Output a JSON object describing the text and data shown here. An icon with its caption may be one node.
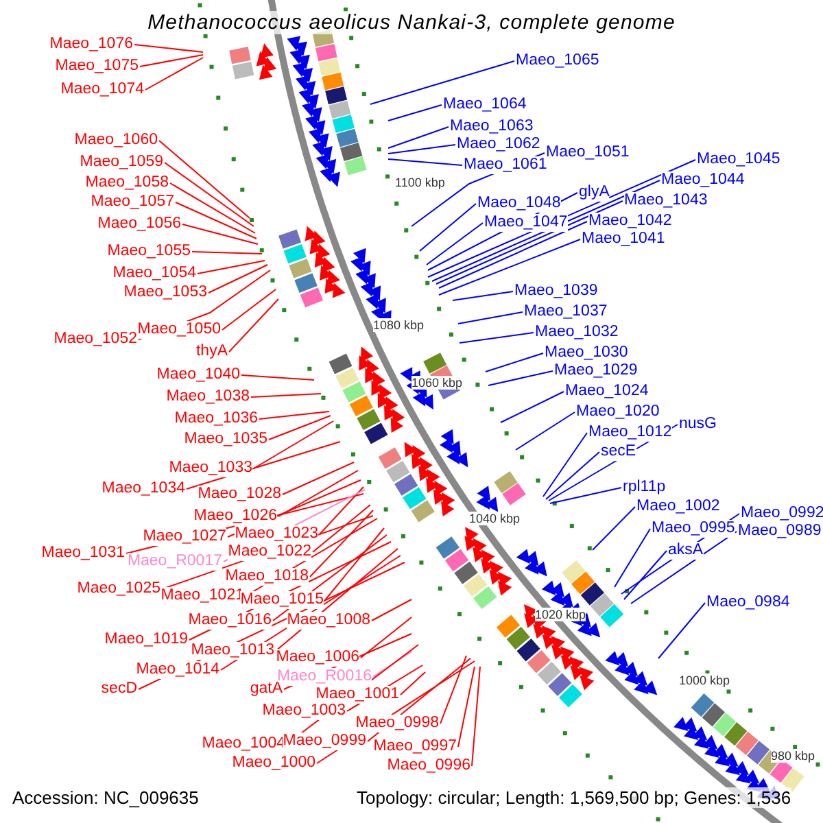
{
  "diagram": {
    "title": "Methanococcus aeolicus Nankai-3, complete genome",
    "nodes": [
      {
        "text": [
          "Maeo_1076"
        ]
      },
      {
        "text": [
          "Maeo_1075"
        ]
      },
      {
        "text": [
          "Maeo_1074"
        ]
      },
      {
        "text": [
          "Maeo_1060"
        ]
      },
      {
        "text": [
          "Maeo_1059"
        ]
      },
      {
        "text": [
          "Maeo_1058"
        ]
      },
      {
        "text": [
          "Maeo_1057"
        ]
      },
      {
        "text": [
          "Maeo_1056"
        ]
      },
      {
        "text": [
          "Maeo_1055"
        ]
      },
      {
        "text": [
          "Maeo_1054"
        ]
      },
      {
        "text": [
          "Maeo_1053"
        ]
      },
      {
        "text": [
          "Maeo_1052"
        ]
      },
      {
        "text": [
          "Maeo_1050"
        ]
      },
      {
        "text": [
          "thyA"
        ]
      },
      {
        "text": [
          "Maeo_1040"
        ]
      },
      {
        "text": [
          "Maeo_1038"
        ]
      },
      {
        "text": [
          "Maeo_1036"
        ]
      },
      {
        "text": [
          "Maeo_1035"
        ]
      },
      {
        "text": [
          "Maeo_1033"
        ]
      },
      {
        "text": [
          "Maeo_1034"
        ]
      },
      {
        "text": [
          "Maeo_1028"
        ]
      },
      {
        "text": [
          "Maeo_1026"
        ]
      },
      {
        "text": [
          "Maeo_1023"
        ]
      },
      {
        "text": [
          "Maeo_1027"
        ]
      },
      {
        "text": [
          "Maeo_1022"
        ]
      },
      {
        "text": [
          "Maeo_1031"
        ]
      },
      {
        "text": [
          "Maeo_R0017"
        ]
      },
      {
        "text": [
          "Maeo_1018"
        ]
      },
      {
        "text": [
          "Maeo_1025"
        ]
      },
      {
        "text": [
          "Maeo_1021"
        ]
      },
      {
        "text": [
          "Maeo_1015"
        ]
      },
      {
        "text": [
          "Maeo_1016"
        ]
      },
      {
        "text": [
          "Maeo_1008"
        ]
      },
      {
        "text": [
          "Maeo_1019"
        ]
      },
      {
        "text": [
          "Maeo_1013"
        ]
      },
      {
        "text": [
          "Maeo_1006"
        ]
      },
      {
        "text": [
          "Maeo_1014"
        ]
      },
      {
        "text": [
          "Maeo_R0016"
        ]
      },
      {
        "text": [
          "secD"
        ]
      },
      {
        "text": [
          "gatA"
        ]
      },
      {
        "text": [
          "Maeo_1001"
        ]
      },
      {
        "text": [
          "Maeo_1003"
        ]
      },
      {
        "text": [
          "Maeo_0998"
        ]
      },
      {
        "text": [
          "Maeo_1004"
        ]
      },
      {
        "text": [
          "Maeo_0999"
        ]
      },
      {
        "text": [
          "Maeo_0997"
        ]
      },
      {
        "text": [
          "Maeo_1000"
        ]
      },
      {
        "text": [
          "Maeo_0996"
        ]
      },
      {
        "text": [
          "Maeo_1065"
        ]
      },
      {
        "text": [
          "Maeo_1064"
        ]
      },
      {
        "text": [
          "Maeo_1063"
        ]
      },
      {
        "text": [
          "Maeo_1062"
        ]
      },
      {
        "text": [
          "Maeo_1061"
        ]
      },
      {
        "text": [
          "Maeo_1051"
        ]
      },
      {
        "text": [
          "Maeo_1048"
        ]
      },
      {
        "text": [
          "Maeo_1047"
        ]
      },
      {
        "text": [
          "glyA"
        ]
      },
      {
        "text": [
          "Maeo_1045"
        ]
      },
      {
        "text": [
          "Maeo_1044"
        ]
      },
      {
        "text": [
          "Maeo_1043"
        ]
      },
      {
        "text": [
          "Maeo_1042"
        ]
      },
      {
        "text": [
          "Maeo_1041"
        ]
      },
      {
        "text": [
          "Maeo_1039"
        ]
      },
      {
        "text": [
          "Maeo_1037"
        ]
      },
      {
        "text": [
          "Maeo_1032"
        ]
      },
      {
        "text": [
          "Maeo_1030"
        ]
      },
      {
        "text": [
          "Maeo_1029"
        ]
      },
      {
        "text": [
          "Maeo_1024"
        ]
      },
      {
        "text": [
          "Maeo_1020"
        ]
      },
      {
        "text": [
          "Maeo_1012"
        ]
      },
      {
        "text": [
          "nusG"
        ]
      },
      {
        "text": [
          "secE"
        ]
      },
      {
        "text": [
          "rpl11p"
        ]
      },
      {
        "text": [
          "Maeo_1002"
        ]
      },
      {
        "text": [
          "Maeo_0992"
        ]
      },
      {
        "text": [
          "Maeo_0995"
        ]
      },
      {
        "text": [
          "Maeo_0989"
        ]
      },
      {
        "text": [
          "aksA"
        ]
      },
      {
        "text": [
          "Maeo_0984"
        ]
      }
    ],
    "edges": [
      {
        "from": 0,
        "to": null,
        "arrow": "none"
      },
      {
        "from": 1,
        "to": null,
        "arrow": "none"
      },
      {
        "from": 2,
        "to": null,
        "arrow": "none"
      },
      {
        "from": 3,
        "to": null,
        "arrow": "none"
      },
      {
        "from": 4,
        "to": null,
        "arrow": "none"
      },
      {
        "from": 5,
        "to": null,
        "arrow": "none"
      },
      {
        "from": 6,
        "to": null,
        "arrow": "none"
      },
      {
        "from": 7,
        "to": null,
        "arrow": "none"
      },
      {
        "from": 8,
        "to": null,
        "arrow": "none"
      },
      {
        "from": 9,
        "to": null,
        "arrow": "none"
      },
      {
        "from": 10,
        "to": null,
        "arrow": "none"
      },
      {
        "from": 11,
        "to": null,
        "arrow": "none"
      },
      {
        "from": 12,
        "to": null,
        "arrow": "none"
      },
      {
        "from": 13,
        "to": null,
        "arrow": "none"
      },
      {
        "from": 14,
        "to": null,
        "arrow": "none"
      },
      {
        "from": 15,
        "to": null,
        "arrow": "none"
      },
      {
        "from": 16,
        "to": null,
        "arrow": "none"
      },
      {
        "from": 17,
        "to": null,
        "arrow": "none"
      },
      {
        "from": 18,
        "to": null,
        "arrow": "none"
      },
      {
        "from": 19,
        "to": null,
        "arrow": "none"
      },
      {
        "from": 20,
        "to": null,
        "arrow": "none"
      },
      {
        "from": 21,
        "to": null,
        "arrow": "none"
      },
      {
        "from": 22,
        "to": null,
        "arrow": "none"
      },
      {
        "from": 23,
        "to": null,
        "arrow": "none"
      },
      {
        "from": 24,
        "to": null,
        "arrow": "none"
      },
      {
        "from": 25,
        "to": null,
        "arrow": "none"
      },
      {
        "from": 26,
        "to": null,
        "arrow": "none",
        "color": "#ff88cc"
      },
      {
        "from": 27,
        "to": null,
        "arrow": "none"
      },
      {
        "from": 28,
        "to": null,
        "arrow": "none"
      },
      {
        "from": 29,
        "to": null,
        "arrow": "none"
      },
      {
        "from": 30,
        "to": null,
        "arrow": "none"
      },
      {
        "from": 31,
        "to": null,
        "arrow": "none"
      },
      {
        "from": 32,
        "to": null,
        "arrow": "none"
      },
      {
        "from": 33,
        "to": null,
        "arrow": "none"
      },
      {
        "from": 34,
        "to": null,
        "arrow": "none"
      },
      {
        "from": 35,
        "to": null,
        "arrow": "none"
      },
      {
        "from": 36,
        "to": null,
        "arrow": "none"
      },
      {
        "from": 37,
        "to": null,
        "arrow": "none",
        "color": "#ff88cc"
      },
      {
        "from": 38,
        "to": null,
        "arrow": "none"
      },
      {
        "from": 39,
        "to": null,
        "arrow": "none"
      },
      {
        "from": 40,
        "to": null,
        "arrow": "none"
      },
      {
        "from": 41,
        "to": null,
        "arrow": "none"
      },
      {
        "from": 42,
        "to": null,
        "arrow": "none"
      },
      {
        "from": 43,
        "to": null,
        "arrow": "none"
      },
      {
        "from": 44,
        "to": null,
        "arrow": "none"
      },
      {
        "from": 45,
        "to": null,
        "arrow": "none"
      },
      {
        "from": 46,
        "to": null,
        "arrow": "none"
      },
      {
        "from": 47,
        "to": null,
        "arrow": "none"
      },
      {
        "from": 48,
        "to": null,
        "arrow": "none",
        "color": "#0000ff"
      },
      {
        "from": 49,
        "to": null,
        "arrow": "none",
        "color": "#0000ff"
      },
      {
        "from": 50,
        "to": null,
        "arrow": "none",
        "color": "#0000ff"
      },
      {
        "from": 51,
        "to": null,
        "arrow": "none",
        "color": "#0000ff"
      },
      {
        "from": 52,
        "to": null,
        "arrow": "none",
        "color": "#0000ff"
      },
      {
        "from": 53,
        "to": null,
        "arrow": "none",
        "color": "#0000ff"
      },
      {
        "from": 54,
        "to": null,
        "arrow": "none",
        "color": "#0000ff"
      },
      {
        "from": 55,
        "to": null,
        "arrow": "none",
        "color": "#0000ff"
      },
      {
        "from": 56,
        "to": null,
        "arrow": "none",
        "color": "#0000ff"
      },
      {
        "from": 57,
        "to": null,
        "arrow": "none",
        "color": "#0000ff"
      },
      {
        "from": 58,
        "to": null,
        "arrow": "none",
        "color": "#0000ff"
      },
      {
        "from": 59,
        "to": null,
        "arrow": "none",
        "color": "#0000ff"
      },
      {
        "from": 60,
        "to": null,
        "arrow": "none",
        "color": "#0000ff"
      },
      {
        "from": 61,
        "to": null,
        "arrow": "none",
        "color": "#0000ff"
      },
      {
        "from": 62,
        "to": null,
        "arrow": "none",
        "color": "#0000ff"
      },
      {
        "from": 63,
        "to": null,
        "arrow": "none",
        "color": "#0000ff"
      },
      {
        "from": 64,
        "to": null,
        "arrow": "none",
        "color": "#0000ff"
      },
      {
        "from": 65,
        "to": null,
        "arrow": "none",
        "color": "#0000ff"
      },
      {
        "from": 66,
        "to": null,
        "arrow": "none",
        "color": "#0000ff"
      },
      {
        "from": 67,
        "to": null,
        "arrow": "none",
        "color": "#0000ff"
      },
      {
        "from": 68,
        "to": null,
        "arrow": "none",
        "color": "#0000ff"
      },
      {
        "from": 69,
        "to": null,
        "arrow": "none",
        "color": "#0000ff"
      },
      {
        "from": 70,
        "to": null,
        "arrow": "none",
        "color": "#0000ff"
      },
      {
        "from": 71,
        "to": null,
        "arrow": "none",
        "color": "#0000ff"
      },
      {
        "from": 72,
        "to": null,
        "arrow": "none",
        "color": "#0000ff"
      },
      {
        "from": 73,
        "to": null,
        "arrow": "none",
        "color": "#0000ff"
      },
      {
        "from": 74,
        "to": null,
        "arrow": "none",
        "color": "#0000ff"
      },
      {
        "from": 75,
        "to": null,
        "arrow": "none",
        "color": "#0000ff"
      },
      {
        "from": 76,
        "to": null,
        "arrow": "none",
        "color": "#0000ff"
      },
      {
        "from": 77,
        "to": null,
        "arrow": "none",
        "color": "#0000ff"
      },
      {
        "from": 78,
        "to": null,
        "arrow": "none",
        "color": "#0000ff"
      }
    ],
    "labels": [
      "1100 kbp",
      "1080 kbp",
      "1060 kbp",
      "1040 kbp",
      "1020 kbp",
      "1000 kbp",
      "980 kbp",
      "Accession: NC_009635",
      "Topology: circular; Length: 1,569,500 bp; Genes: 1,536"
    ]
  }
}
